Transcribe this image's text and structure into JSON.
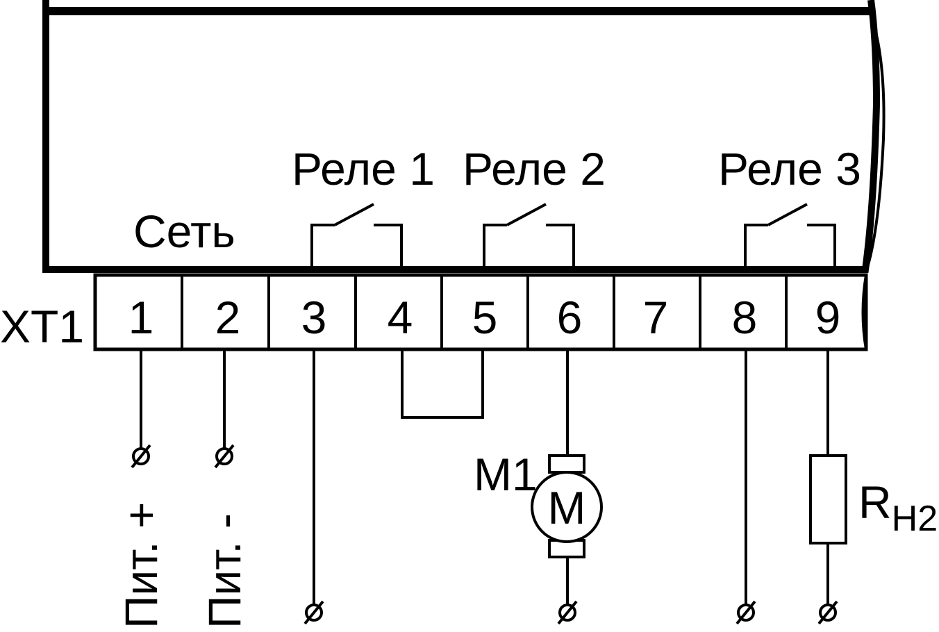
{
  "labels": {
    "relay1": "Реле 1",
    "relay2": "Реле 2",
    "relay3": "Реле 3",
    "network": "Сеть",
    "terminal_block": "XT1",
    "power_plus": "Пит. +",
    "power_minus": "Пит. -",
    "motor_designator": "M1",
    "motor_symbol": "M",
    "resistor_main": "R",
    "resistor_sub": "H2"
  },
  "terminals": [
    "1",
    "2",
    "3",
    "4",
    "5",
    "6",
    "7",
    "8",
    "9"
  ]
}
